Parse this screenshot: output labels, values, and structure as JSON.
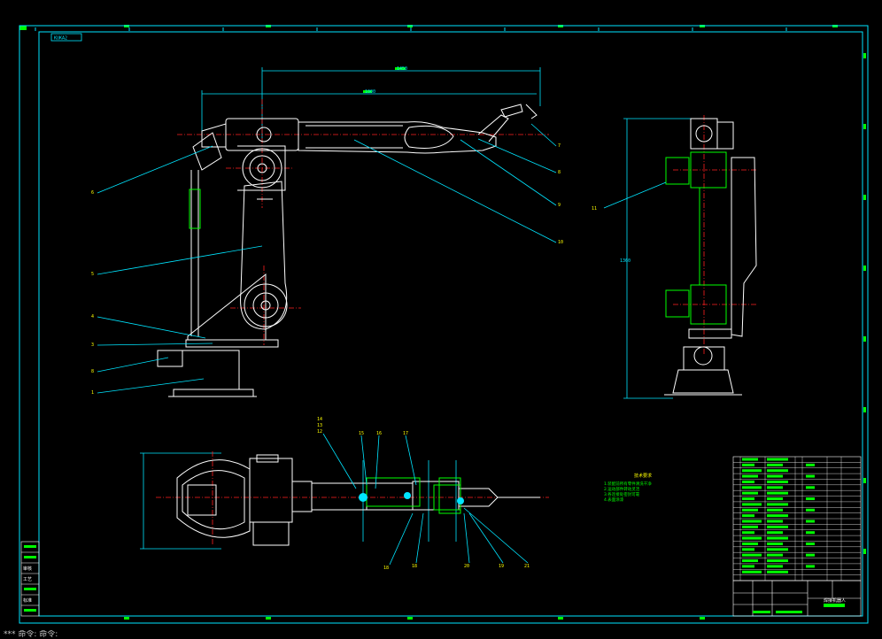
{
  "drawing": {
    "top_tag": "KUKA2",
    "dim_overall": "1450",
    "dim_upper": "1000",
    "dim_height": "1360",
    "tech_req_title": "技术要求",
    "tech_req_lines": [
      "1.装配前所有零件清洗干净",
      "2.运动部件转动灵活",
      "3.各连接处密封可靠",
      "4.表面涂漆"
    ],
    "title_block_name": "焊接机器人"
  },
  "callouts_side": [
    "6",
    "5",
    "4",
    "3",
    "8",
    "1"
  ],
  "callouts_top_right": [
    "7",
    "8",
    "9",
    "10"
  ],
  "callout_right_view": "11",
  "callouts_plan_top": [
    "14",
    "13",
    "12",
    "15",
    "16",
    "17"
  ],
  "callouts_plan_bottom": [
    "18",
    "18",
    "20",
    "19",
    "21"
  ],
  "left_stack": [
    "审核",
    "工艺",
    "标准",
    "批准"
  ],
  "statusbar": {
    "text": "*** 命令: 命令:"
  },
  "colors": {
    "frame": "#00e5ff",
    "outline": "#ffffff",
    "center": "#ff2020",
    "leader": "#00e5ff",
    "part_green": "#00ff00",
    "dim": "#00e5ff"
  }
}
